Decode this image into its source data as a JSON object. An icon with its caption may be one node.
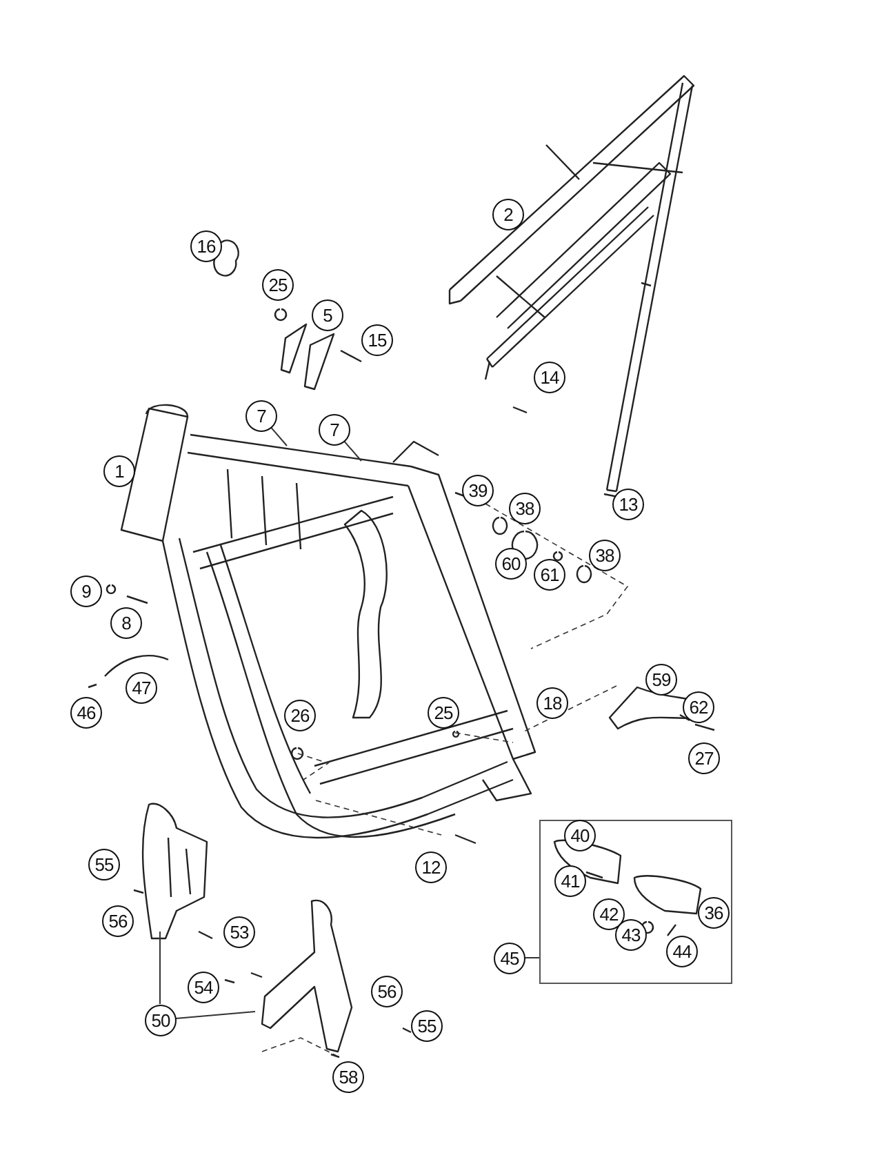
{
  "diagram": {
    "nodes": [
      {
        "text": [
          "2"
        ]
      },
      {
        "text": [
          "16"
        ]
      },
      {
        "text": [
          "25"
        ]
      },
      {
        "text": [
          "5"
        ]
      },
      {
        "text": [
          "15"
        ]
      },
      {
        "text": [
          "14"
        ]
      },
      {
        "text": [
          "7"
        ]
      },
      {
        "text": [
          "7"
        ]
      },
      {
        "text": [
          "1"
        ]
      },
      {
        "text": [
          "39"
        ]
      },
      {
        "text": [
          "13"
        ]
      },
      {
        "text": [
          "38"
        ]
      },
      {
        "text": [
          "38"
        ]
      },
      {
        "text": [
          "60"
        ]
      },
      {
        "text": [
          "61"
        ]
      },
      {
        "text": [
          "9"
        ]
      },
      {
        "text": [
          "8"
        ]
      },
      {
        "text": [
          "59"
        ]
      },
      {
        "text": [
          "47"
        ]
      },
      {
        "text": [
          "18"
        ]
      },
      {
        "text": [
          "62"
        ]
      },
      {
        "text": [
          "46"
        ]
      },
      {
        "text": [
          "25"
        ]
      },
      {
        "text": [
          "26"
        ]
      },
      {
        "text": [
          "27"
        ]
      },
      {
        "text": [],
        "shape": "box"
      },
      {
        "text": [
          "40"
        ],
        "in": 25
      },
      {
        "text": [
          "41"
        ],
        "in": 25
      },
      {
        "text": [
          "36"
        ],
        "in": 25
      },
      {
        "text": [
          "42"
        ],
        "in": 25
      },
      {
        "text": [
          "43"
        ],
        "in": 25
      },
      {
        "text": [
          "44"
        ],
        "in": 25
      },
      {
        "text": [
          "55"
        ]
      },
      {
        "text": [
          "12"
        ]
      },
      {
        "text": [
          "56"
        ]
      },
      {
        "text": [
          "53"
        ]
      },
      {
        "text": [
          "45"
        ]
      },
      {
        "text": [
          "54"
        ]
      },
      {
        "text": [
          "56"
        ]
      },
      {
        "text": [
          "50"
        ]
      },
      {
        "text": [
          "55"
        ]
      },
      {
        "text": [
          "58"
        ]
      }
    ],
    "edges": [
      {
        "from": 6,
        "to": null,
        "arrow": "none"
      },
      {
        "from": 7,
        "to": null,
        "arrow": "none"
      },
      {
        "from": 36,
        "to": 25,
        "arrow": "none"
      },
      {
        "from": 39,
        "to": null,
        "arrow": "none"
      },
      {
        "from": 39,
        "to": null,
        "arrow": "none"
      }
    ]
  }
}
